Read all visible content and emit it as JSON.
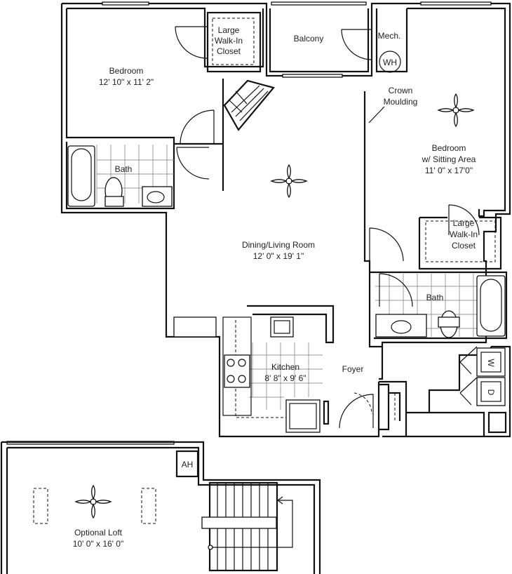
{
  "rooms": {
    "bedroom_1": {
      "name": "Bedroom",
      "size": "12' 10\" x 11' 2\""
    },
    "walkin_1": {
      "line1": "Large",
      "line2": "Walk-In",
      "line3": "Closet"
    },
    "balcony": {
      "name": "Balcony"
    },
    "mech": {
      "name": "Mech.",
      "wh": "WH"
    },
    "crown": {
      "line1": "Crown",
      "line2": "Moulding"
    },
    "bedroom_2": {
      "line1": "Bedroom",
      "line2": "w/ Sitting Area",
      "size": "11' 0\" x 17'0\""
    },
    "walkin_2": {
      "line1": "Large",
      "line2": "Walk-In",
      "line3": "Closet"
    },
    "bath_1": {
      "name": "Bath"
    },
    "bath_2": {
      "name": "Bath"
    },
    "living": {
      "name": "Dining/Living Room",
      "size": "12' 0\" x 19' 1\""
    },
    "kitchen": {
      "name": "Kitchen",
      "size": "8' 8\" x 9' 6\""
    },
    "foyer": {
      "name": "Foyer"
    },
    "washer": {
      "label": "W"
    },
    "dryer": {
      "label": "D"
    },
    "ah": {
      "label": "AH"
    },
    "loft": {
      "name": "Optional Loft",
      "size": "10' 0\" x 16' 0\""
    }
  }
}
